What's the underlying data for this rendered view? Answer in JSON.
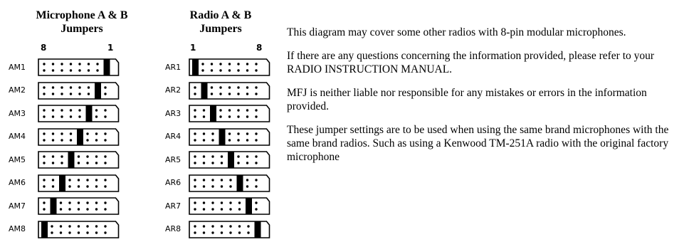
{
  "mic_group": {
    "title_line1": "Microphone A & B",
    "title_line2": "Jumpers",
    "pin_left_label": "8",
    "pin_right_label": "1",
    "rows": [
      {
        "label": "AM1",
        "jumper_after": 7
      },
      {
        "label": "AM2",
        "jumper_after": 6
      },
      {
        "label": "AM3",
        "jumper_after": 5
      },
      {
        "label": "AM4",
        "jumper_after": 4
      },
      {
        "label": "AM5",
        "jumper_after": 3
      },
      {
        "label": "AM6",
        "jumper_after": 2
      },
      {
        "label": "AM7",
        "jumper_after": 1
      },
      {
        "label": "AM8",
        "jumper_after": 0
      }
    ]
  },
  "radio_group": {
    "title_line1": "Radio A & B",
    "title_line2": "Jumpers",
    "pin_left_label": "1",
    "pin_right_label": "8",
    "rows": [
      {
        "label": "AR1",
        "jumper_after": 0
      },
      {
        "label": "AR2",
        "jumper_after": 1
      },
      {
        "label": "AR3",
        "jumper_after": 2
      },
      {
        "label": "AR4",
        "jumper_after": 3
      },
      {
        "label": "AR5",
        "jumper_after": 4
      },
      {
        "label": "AR6",
        "jumper_after": 5
      },
      {
        "label": "AR7",
        "jumper_after": 6
      },
      {
        "label": "AR8",
        "jumper_after": 7
      }
    ]
  },
  "notes": [
    "This diagram may cover some other radios with 8-pin modular microphones.",
    "If there are any questions concerning the information provided, please refer to your RADIO INSTRUCTION MANUAL.",
    "MFJ is neither liable nor responsible for any mistakes or errors in the information provided.",
    "These jumper settings are to be used when using the same brand microphones with the same brand radios. Such as using a Kenwood TM-251A radio with the original factory microphone"
  ]
}
